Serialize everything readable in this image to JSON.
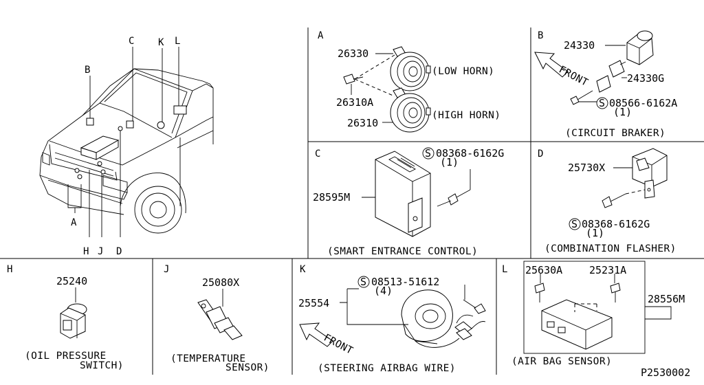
{
  "vehicle": {
    "callouts": [
      "B",
      "C",
      "K",
      "L",
      "A",
      "H",
      "J",
      "D"
    ]
  },
  "sections": {
    "A": {
      "letter": "A",
      "parts": [
        "26330",
        "26310A",
        "26310"
      ],
      "captions": [
        "(LOW HORN)",
        "(HIGH HORN)"
      ]
    },
    "B": {
      "letter": "B",
      "parts": [
        "24330",
        "24330G",
        "08566-6162A",
        "(1)"
      ],
      "arrow": "FRONT",
      "caption": "(CIRCUIT BRAKER)"
    },
    "C": {
      "letter": "C",
      "parts": [
        "08368-6162G",
        "(1)",
        "28595M"
      ],
      "caption": "(SMART ENTRANCE CONTROL)"
    },
    "D": {
      "letter": "D",
      "parts": [
        "25730X",
        "08368-6162G",
        "(1)"
      ],
      "caption": "(COMBINATION FLASHER)"
    },
    "H": {
      "letter": "H",
      "parts": [
        "25240"
      ],
      "caption_lines": [
        "(OIL PRESSURE",
        "SWITCH)"
      ]
    },
    "J": {
      "letter": "J",
      "parts": [
        "25080X"
      ],
      "caption_lines": [
        "(TEMPERATURE",
        "SENSOR)"
      ]
    },
    "K": {
      "letter": "K",
      "parts": [
        "08513-51612",
        "(4)",
        "25554"
      ],
      "arrow": "FRONT",
      "caption": "(STEERING AIRBAG WIRE)"
    },
    "L": {
      "letter": "L",
      "parts": [
        "25630A",
        "25231A",
        "28556M"
      ],
      "caption": "(AIR BAG SENSOR)"
    }
  },
  "diagram_code": "P2530002",
  "symbols": {
    "screw_marker": "S"
  }
}
